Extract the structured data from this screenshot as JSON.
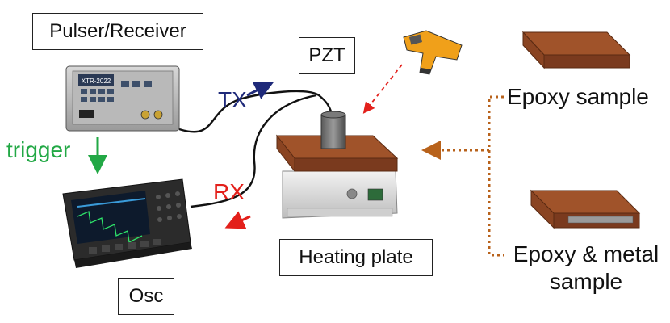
{
  "labels": {
    "pulser_receiver": "Pulser/Receiver",
    "pzt": "PZT",
    "tx": "TX",
    "rx": "RX",
    "trigger": "trigger",
    "osc": "Osc",
    "heating_plate": "Heating plate",
    "epoxy_sample": "Epoxy sample",
    "epoxy_metal_line1": "Epoxy & metal",
    "epoxy_metal_line2": "sample"
  },
  "device_text": {
    "pulser_model": "XTR-2022"
  },
  "colors": {
    "tx": "#1f2a7a",
    "rx": "#e3201b",
    "trigger": "#22a845",
    "sample_wood": "#7a3a1e",
    "dotted_connector": "#b8621b",
    "thermometer_laser": "#e3201b"
  },
  "icons": {
    "pulser": "pulser-receiver-device-icon",
    "oscilloscope": "oscilloscope-icon",
    "thermometer": "ir-thermometer-icon",
    "heating_plate": "heating-plate-icon",
    "pzt": "pzt-transducer-icon"
  }
}
